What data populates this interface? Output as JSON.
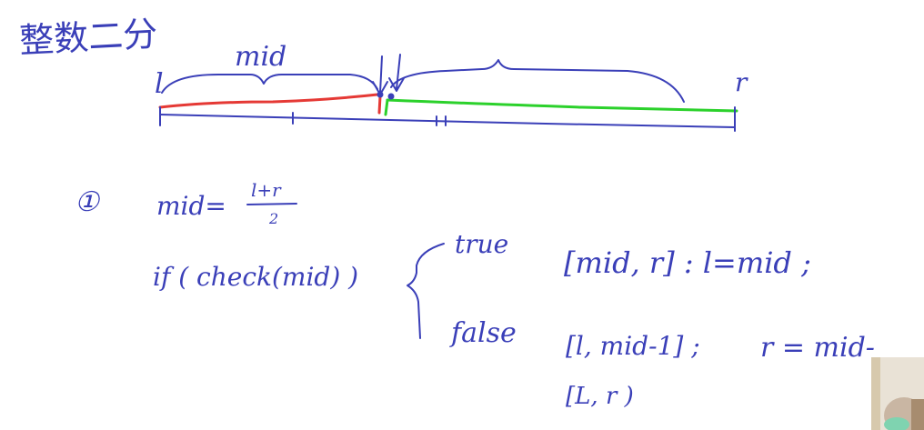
{
  "notes": {
    "title": "整数二分",
    "mid_label": "mid",
    "left_label": "l",
    "right_label": "r",
    "step_marker": "①",
    "formula_lhs": "mid=",
    "formula_num": "l+r",
    "formula_den": "2",
    "condition": "if ( check(mid) )",
    "true_word": "true",
    "true_interval": "[mid, r] : l=mid ;",
    "false_word": "false",
    "false_interval": "[l, mid-1] ;",
    "false_assign": "r = mid-",
    "false_interval_alt": "[L, r )"
  },
  "colors": {
    "ink": "#3a3fb8",
    "left_segment": "#e53935",
    "right_segment": "#2bd12b"
  }
}
